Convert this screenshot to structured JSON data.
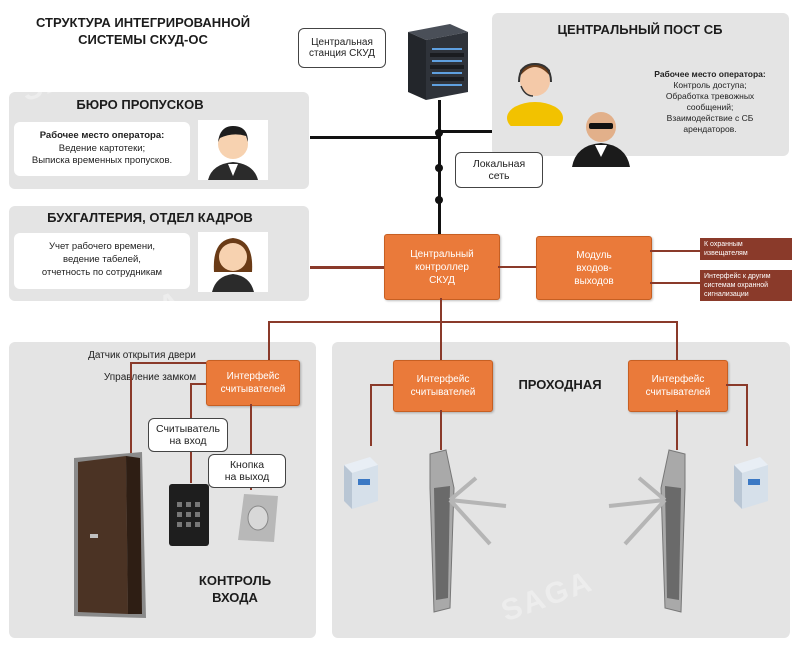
{
  "main_title": "СТРУКТУРА ИНТЕГРИРОВАННОЙ\nСИСТЕМЫ СКУД-ОС",
  "central_station": "Центральная\nстанция СКУД",
  "local_network": "Локальная\nсеть",
  "central_post": {
    "title": "ЦЕНТРАЛЬНЫЙ ПОСТ СБ",
    "op_title": "Рабочее место оператора:",
    "op_text": "Контроль доступа;\nОбработка тревожных\nсообщений;\nВзаимодействие с СБ\nарендаторов."
  },
  "bureau": {
    "title": "БЮРО ПРОПУСКОВ",
    "op_title": "Рабочее место оператора:",
    "op_text": "Ведение картотеки;\nВыписка временных пропусков."
  },
  "accounting": {
    "title": "БУХГАЛТЕРИЯ, ОТДЕЛ КАДРОВ",
    "text": "Учет рабочего времени,\nведение табелей,\nотчетность по сотрудникам"
  },
  "controller": "Центральный\nконтроллер\nСКУД",
  "io_module": "Модуль\nвходов-\nвыходов",
  "note_1": "К охранным\nизвещателям",
  "note_2": "Интерфейс к другим\nсистемам охранной\nсигнализации",
  "entry": {
    "door_sensor": "Датчик открытия двери",
    "lock_control": "Управление замком",
    "reader_interface": "Интерфейс\nсчитывателей",
    "reader_in": "Считыватель\nна вход",
    "exit_button": "Кнопка\nна выход",
    "title": "КОНТРОЛЬ\nВХОДА"
  },
  "checkpoint": {
    "title": "ПРОХОДНАЯ",
    "reader_left": "Интерфейс\nсчитывателей",
    "reader_right": "Интерфейс\nсчитывателей"
  },
  "watermark": "SAGA",
  "colors": {
    "panel": "#e4e4e4",
    "orange": "#ea7a3a",
    "line": "#8a3a2a"
  }
}
